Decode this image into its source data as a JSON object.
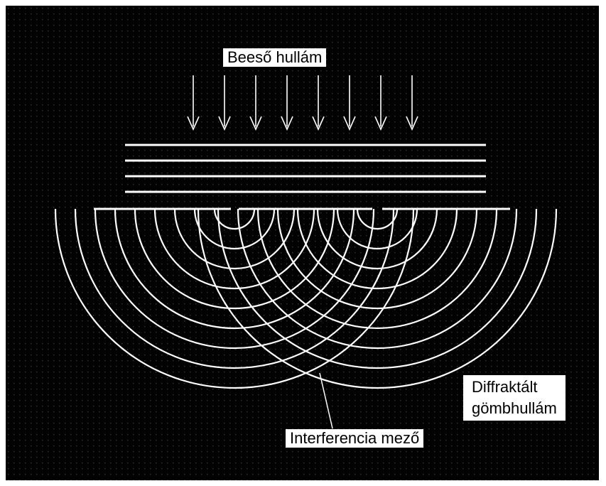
{
  "colors": {
    "background": "#000000",
    "frame": "#ffffff",
    "lines": "#ffffff",
    "dots": "#3a3a3a"
  },
  "labels": {
    "incident_wave": "Beeső hullám",
    "diffracted_wave_line1": "Diffraktált",
    "diffracted_wave_line2": "gömbhullám",
    "interference_field": "Interferencia mező"
  },
  "diagram": {
    "arrow_count": 8,
    "plane_wave_count": 4,
    "slit_count": 2,
    "wave_rings_per_slit": 9
  }
}
